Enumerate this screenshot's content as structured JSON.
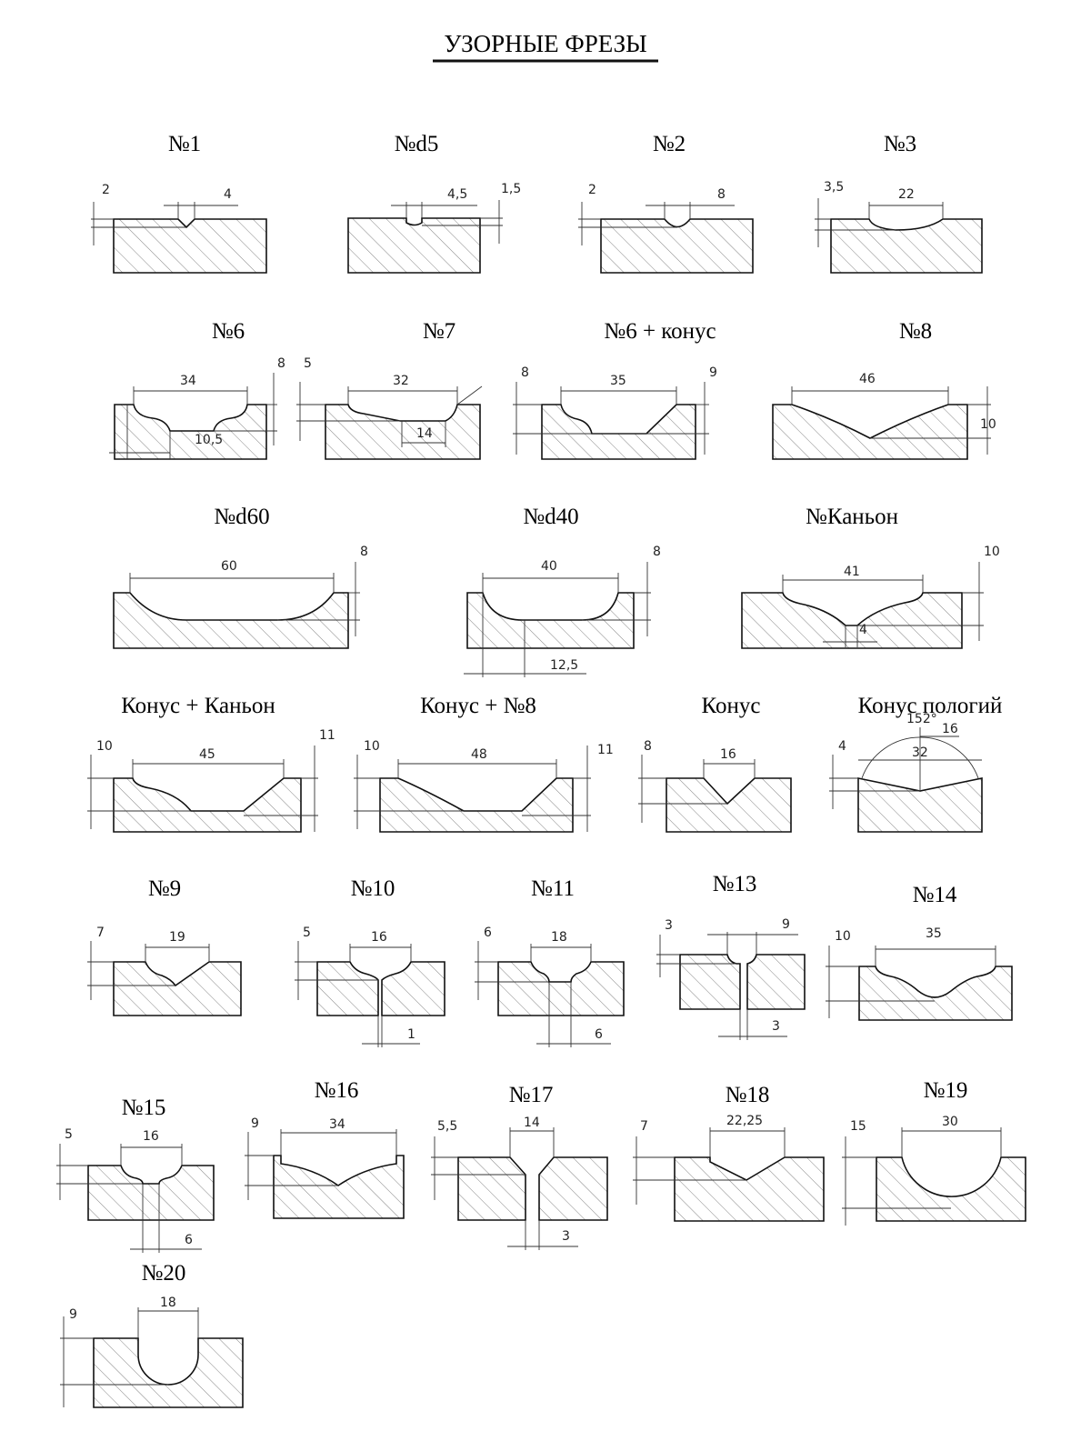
{
  "title": "УЗОРНЫЕ ФРЕЗЫ",
  "profiles": [
    {
      "title": "№1",
      "dims": [
        "2",
        "4"
      ]
    },
    {
      "title": "№d5",
      "dims": [
        "4,5",
        "1,5"
      ]
    },
    {
      "title": "№2",
      "dims": [
        "2",
        "8"
      ]
    },
    {
      "title": "№3",
      "dims": [
        "3,5",
        "22"
      ]
    },
    {
      "title": "№6",
      "dims": [
        "34",
        "8",
        "10,5"
      ]
    },
    {
      "title": "№7",
      "dims": [
        "5",
        "32",
        "14"
      ]
    },
    {
      "title": "№6 + конус",
      "dims": [
        "8",
        "35",
        "9"
      ]
    },
    {
      "title": "№8",
      "dims": [
        "46",
        "10"
      ]
    },
    {
      "title": "№d60",
      "dims": [
        "60",
        "8"
      ]
    },
    {
      "title": "№d40",
      "dims": [
        "40",
        "8",
        "12,5"
      ]
    },
    {
      "title": "№Каньон",
      "dims": [
        "41",
        "10",
        "4"
      ]
    },
    {
      "title": "Конус + Каньон",
      "dims": [
        "10",
        "45",
        "11"
      ]
    },
    {
      "title": "Конус + №8",
      "dims": [
        "10",
        "48",
        "11"
      ]
    },
    {
      "title": "Конус",
      "dims": [
        "8",
        "16"
      ]
    },
    {
      "title": "Конус пологий",
      "dims": [
        "4",
        "152°",
        "16",
        "32"
      ]
    },
    {
      "title": "№9",
      "dims": [
        "7",
        "19"
      ]
    },
    {
      "title": "№10",
      "dims": [
        "5",
        "16",
        "1"
      ]
    },
    {
      "title": "№11",
      "dims": [
        "6",
        "18",
        "6"
      ]
    },
    {
      "title": "№13",
      "dims": [
        "3",
        "9",
        "3"
      ]
    },
    {
      "title": "№14",
      "dims": [
        "10",
        "35"
      ]
    },
    {
      "title": "№15",
      "dims": [
        "5",
        "16",
        "6"
      ]
    },
    {
      "title": "№16",
      "dims": [
        "9",
        "34"
      ]
    },
    {
      "title": "№17",
      "dims": [
        "5,5",
        "14",
        "3"
      ]
    },
    {
      "title": "№18",
      "dims": [
        "7",
        "22,25"
      ]
    },
    {
      "title": "№19",
      "dims": [
        "15",
        "30"
      ]
    },
    {
      "title": "№20",
      "dims": [
        "9",
        "18"
      ]
    }
  ]
}
